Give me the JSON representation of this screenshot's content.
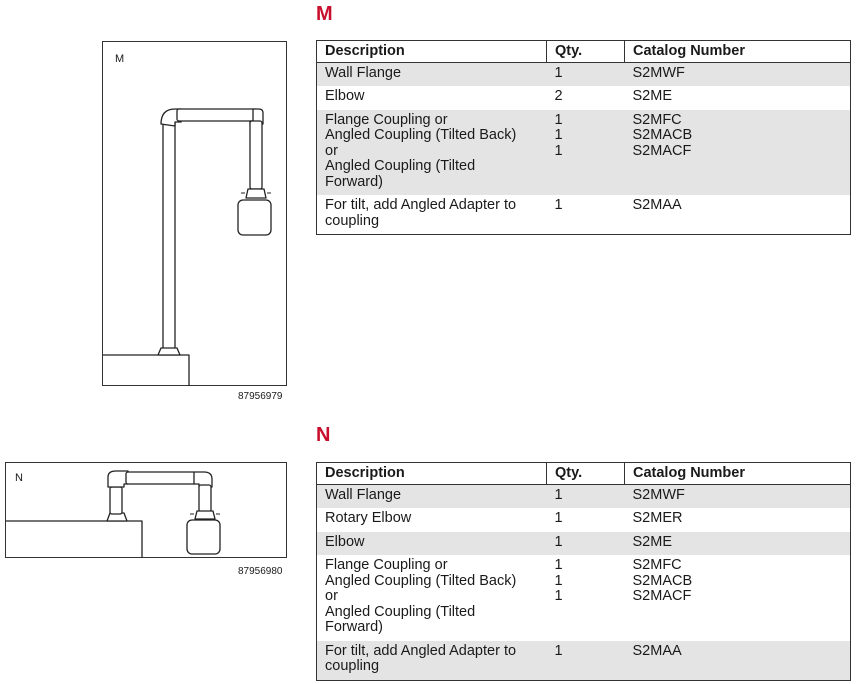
{
  "sections": {
    "m": {
      "letter": "M",
      "figure": {
        "label": "M",
        "number": "87956979"
      },
      "table": {
        "headers": [
          "Description",
          "Qty.",
          "Catalog Number"
        ],
        "rows": [
          {
            "description": "Wall Flange",
            "qty": "1",
            "catalog": "S2MWF"
          },
          {
            "description": "Elbow",
            "qty": "2",
            "catalog": "S2ME"
          },
          {
            "description": "Flange Coupling or\nAngled Coupling (Tilted Back)\nor\nAngled Coupling (Tilted\nForward)",
            "qty": "1\n1\n1",
            "catalog": "S2MFC\nS2MACB\nS2MACF"
          },
          {
            "description": "For tilt, add Angled Adapter to\ncoupling",
            "qty": "1",
            "catalog": "S2MAA"
          }
        ]
      }
    },
    "n": {
      "letter": "N",
      "figure": {
        "label": "N",
        "number": "87956980"
      },
      "table": {
        "headers": [
          "Description",
          "Qty.",
          "Catalog Number"
        ],
        "rows": [
          {
            "description": "Wall Flange",
            "qty": "1",
            "catalog": "S2MWF"
          },
          {
            "description": "Rotary Elbow",
            "qty": "1",
            "catalog": "S2MER"
          },
          {
            "description": "Elbow",
            "qty": "1",
            "catalog": "S2ME"
          },
          {
            "description": "Flange Coupling or\nAngled Coupling (Tilted Back)\nor\nAngled Coupling (Tilted\nForward)",
            "qty": "1\n1\n1",
            "catalog": "S2MFC\nS2MACB\nS2MACF"
          },
          {
            "description": "For tilt, add Angled Adapter to\ncoupling",
            "qty": "1",
            "catalog": "S2MAA"
          }
        ]
      }
    },
    "colors": {
      "heading": "#c8102e",
      "row_shade": "#e4e4e4",
      "line": "#333333"
    }
  }
}
